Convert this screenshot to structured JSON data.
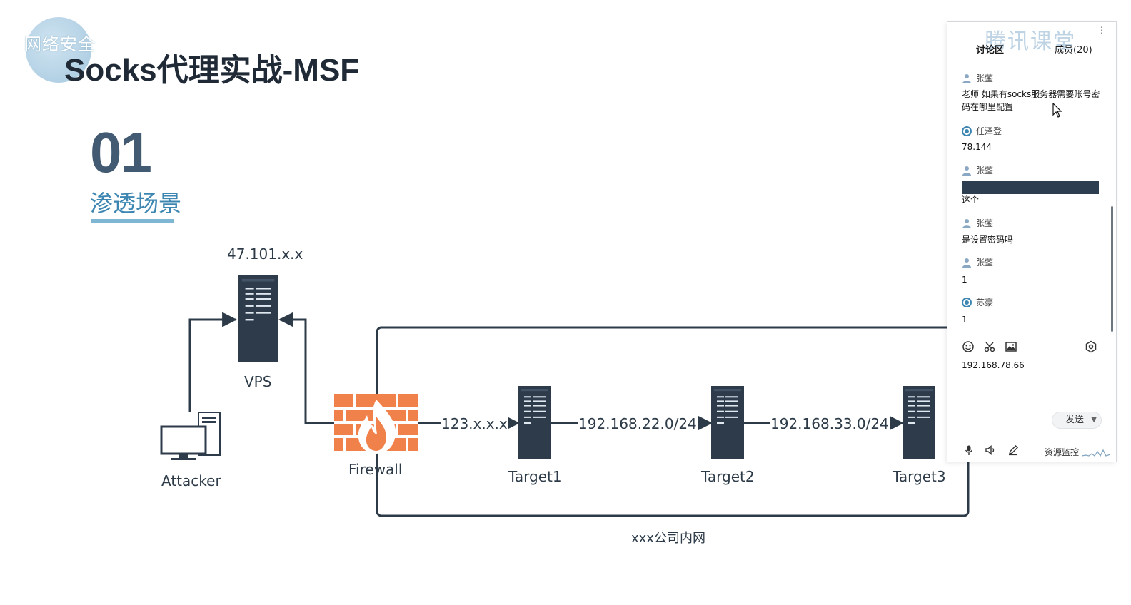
{
  "slide": {
    "logo_text": "网络安全",
    "title": "Socks代理实战-MSF",
    "section_number": "01",
    "section_label": "渗透场景"
  },
  "diagram": {
    "vps_ip": "47.101.x.x",
    "vps_label": "VPS",
    "attacker_label": "Attacker",
    "firewall_label": "Firewall",
    "link1_label": "123.x.x.x",
    "link2_label": "192.168.22.0/24",
    "link3_label": "192.168.33.0/24",
    "target1_label": "Target1",
    "target2_label": "Target2",
    "target3_label": "Target3",
    "network_label": "xxx公司内网",
    "colors": {
      "server": "#2e3b4b",
      "firewall": "#f0814a",
      "line": "#2d3b48"
    }
  },
  "chat": {
    "watermark": "腾讯课堂",
    "tab_label": "讨论区",
    "count_label": "成员(20)",
    "messages": [
      {
        "user": "张蓥",
        "text": "老师 如果有socks服务器需要账号密码在哪里配置"
      },
      {
        "user": "任泽登",
        "text": "78.144"
      },
      {
        "user": "张蓥",
        "text": "这个"
      },
      {
        "user": "张蓥",
        "text": "是设置密码吗"
      },
      {
        "user": "张蓥",
        "text": "1"
      },
      {
        "user": "苏豪",
        "text": "1"
      }
    ],
    "input_value": "192.168.78.66",
    "send_label": "发送",
    "resource_label": "资源监控"
  }
}
